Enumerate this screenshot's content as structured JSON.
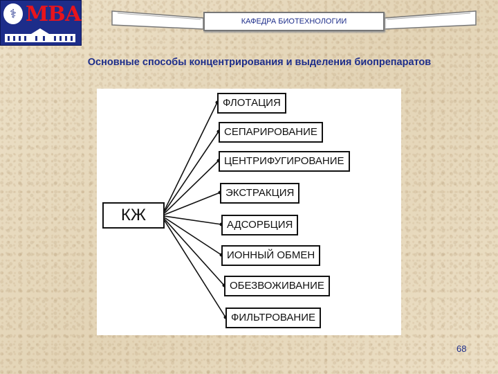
{
  "logo": {
    "text": "МВА",
    "icon": "caduceus-icon"
  },
  "header": {
    "department": "КАФЕДРА БИОТЕХНОЛОГИИ"
  },
  "slide": {
    "title": "Основные способы концентрирования и выделения биопрепаратов",
    "page_number": "68"
  },
  "diagram": {
    "root": "КЖ",
    "methods": [
      "ФЛОТАЦИЯ",
      "СЕПАРИРОВАНИЕ",
      "ЦЕНТРИФУГИРОВАНИЕ",
      "ЭКСТРАКЦИЯ",
      "АДСОРБЦИЯ",
      "ИОННЫЙ ОБМЕН",
      "ОБЕЗВОЖИВАНИЕ",
      "ФИЛЬТРОВАНИЕ"
    ]
  },
  "colors": {
    "accent": "#1d2d8a",
    "logo_red": "#e8141c"
  }
}
